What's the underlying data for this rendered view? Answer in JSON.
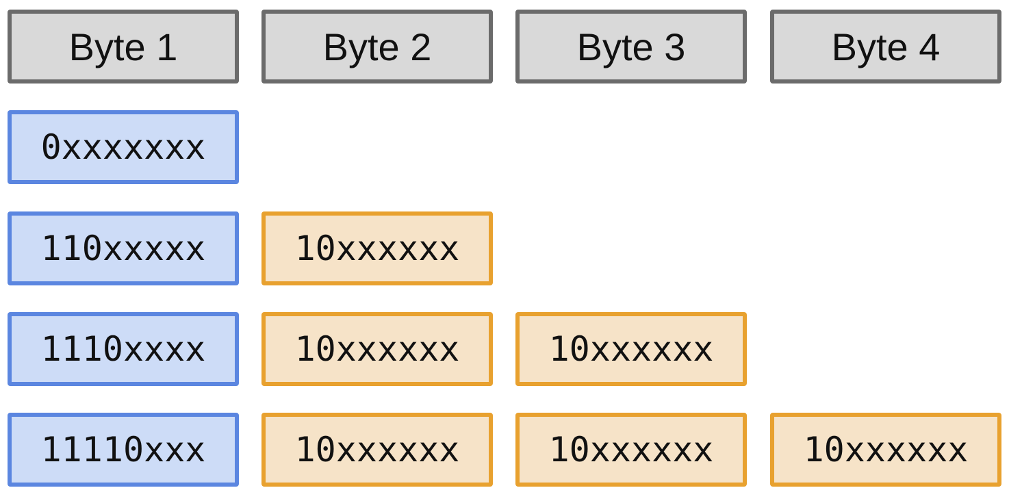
{
  "headers": [
    "Byte 1",
    "Byte 2",
    "Byte 3",
    "Byte 4"
  ],
  "rows": [
    {
      "lead": "0xxxxxxx",
      "continuation": []
    },
    {
      "lead": "110xxxxx",
      "continuation": [
        "10xxxxxx"
      ]
    },
    {
      "lead": "1110xxxx",
      "continuation": [
        "10xxxxxx",
        "10xxxxxx"
      ]
    },
    {
      "lead": "11110xxx",
      "continuation": [
        "10xxxxxx",
        "10xxxxxx",
        "10xxxxxx"
      ]
    }
  ],
  "colors": {
    "header_fill": "#d9d9d9",
    "header_border": "#6b6b6b",
    "lead_fill": "#cddcf7",
    "lead_border": "#5b86e0",
    "continuation_fill": "#f6e3c8",
    "continuation_border": "#e8a12f"
  }
}
